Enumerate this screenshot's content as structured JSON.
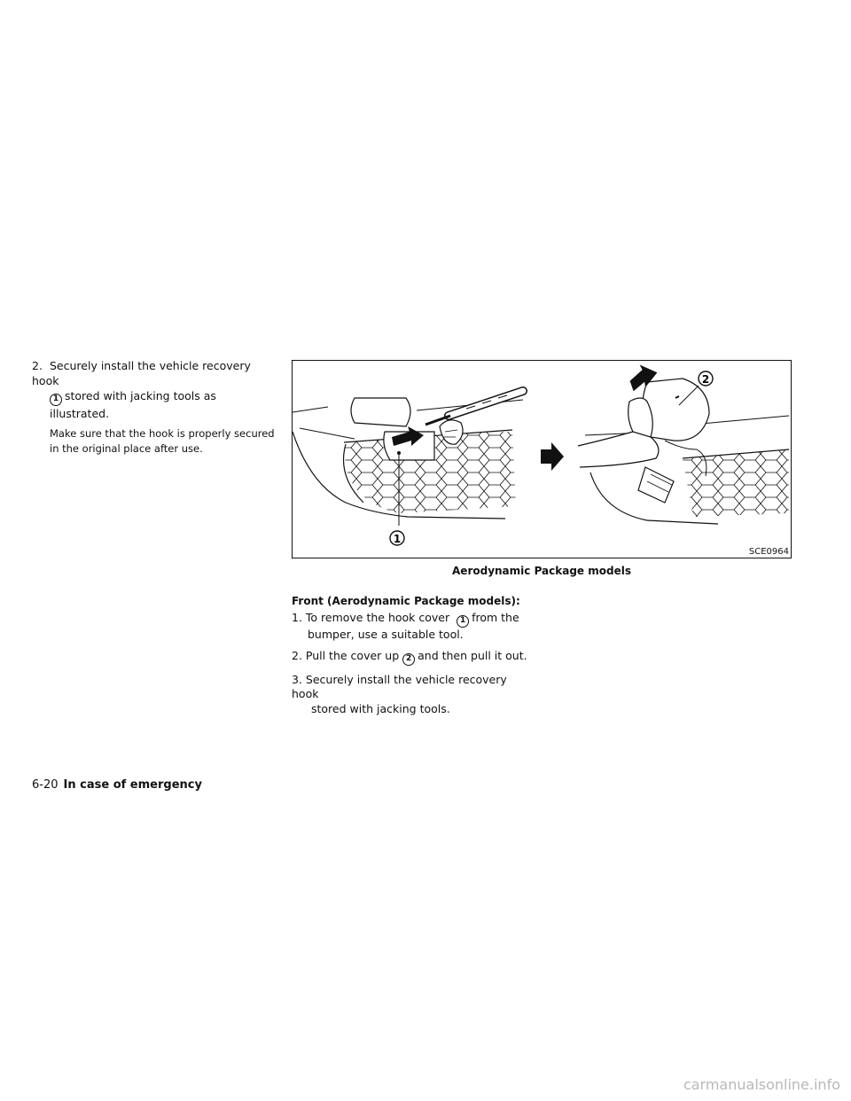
{
  "left": {
    "step2_number": "2.",
    "step2_line1": "Securely install the vehicle recovery hook",
    "step2_callout": "1",
    "step2_line2": "stored with jacking tools as illustrated.",
    "note_line1": "Make sure that the hook is properly secured",
    "note_line2": "in the original place after use."
  },
  "figure": {
    "callout1": "1",
    "callout2": "2",
    "code": "SCE0964",
    "caption": "Aerodynamic Package models"
  },
  "right": {
    "heading": "Front (Aerodynamic Package models):",
    "step1_a": "1. To remove the hook cover",
    "step1_callout": "1",
    "step1_b": "from the",
    "step1_c": "bumper, use a suitable tool.",
    "step2_a": "2. Pull the cover up",
    "step2_callout": "2",
    "step2_b": "and then pull it out.",
    "step3_a": "3. Securely install the vehicle recovery hook",
    "step3_b": "stored with jacking tools."
  },
  "footer": {
    "page": "6-20",
    "section": "In case of emergency"
  },
  "watermark": "carmanualsonline.info"
}
